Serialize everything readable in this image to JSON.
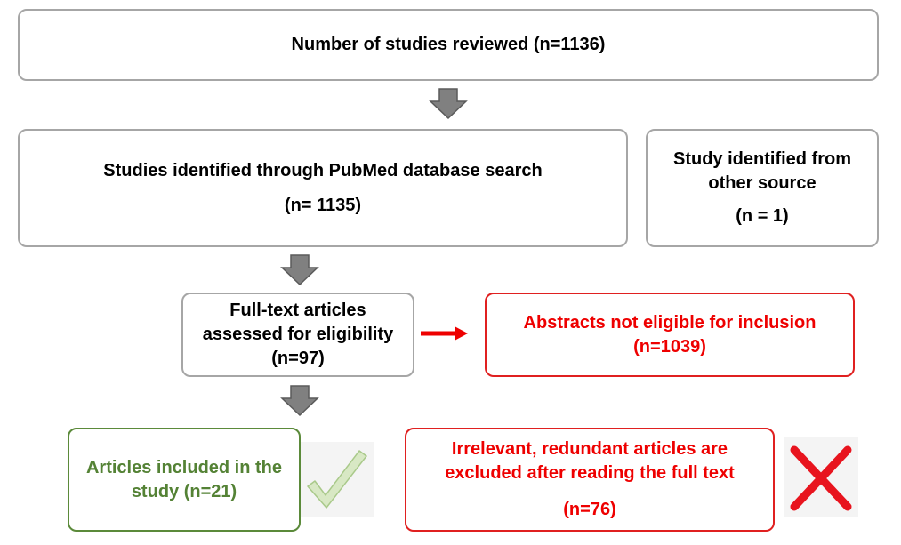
{
  "box_reviewed": {
    "line1": "Number of studies reviewed (n=1136)"
  },
  "box_pubmed": {
    "line1": "Studies identified through PubMed database search",
    "line2": "(n= 1135)"
  },
  "box_other": {
    "line1": "Study identified from",
    "line2": "other source",
    "line3": "(n = 1)"
  },
  "box_fulltext": {
    "line1": "Full-text articles",
    "line2": "assessed for eligibility",
    "line3": "(n=97)"
  },
  "box_abstracts": {
    "line1": "Abstracts not eligible for inclusion",
    "line2": "(n=1039)"
  },
  "box_included": {
    "line1": "Articles included in the",
    "line2": "study (n=21)"
  },
  "box_excluded": {
    "line1": "Irrelevant, redundant articles are",
    "line2": "excluded after reading the full text",
    "line3": "(n=76)"
  },
  "colors": {
    "red": "#ee0000",
    "green": "#548235",
    "gray_border": "#a6a6a6",
    "arrow_gray": "#808080"
  },
  "icons": {
    "included": "check-icon",
    "excluded": "cross-icon"
  }
}
